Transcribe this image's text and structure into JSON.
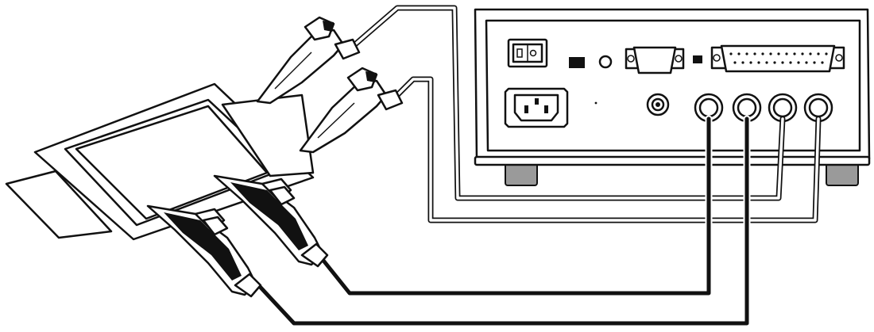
{
  "diagram": {
    "type": "connection-illustration",
    "components": {
      "instrument": "rear-panel",
      "rear_panel_items": [
        "power-switch",
        "usb-port",
        "round-jack",
        "db9-serial-port",
        "small-switch",
        "db25-port",
        "ac-power-inlet",
        "ground-jack",
        "bnc-connector-1",
        "bnc-connector-2",
        "bnc-connector-3",
        "bnc-connector-4"
      ],
      "specimen": "square-sample-in-frame",
      "clips": [
        "clip-top-1",
        "clip-top-2",
        "clip-bottom-1",
        "clip-bottom-2"
      ],
      "cables": {
        "white": 2,
        "black": 2
      }
    },
    "colors": {
      "line": "#111111",
      "fill": "#ffffff",
      "foot": "#9a9a9a"
    }
  }
}
